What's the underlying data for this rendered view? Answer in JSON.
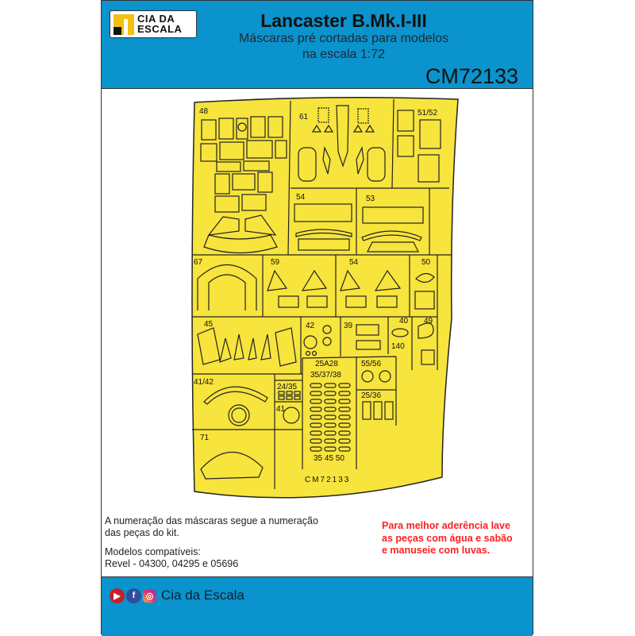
{
  "header": {
    "logo_line1": "CIA DA",
    "logo_line2": "ESCALA",
    "title": "Lancaster B.Mk.I-III",
    "subtitle_line1": "Máscaras pré cortadas para modelos",
    "subtitle_line2": "na escala 1:72",
    "product_code": "CM72133"
  },
  "sheet": {
    "labels": [
      "48",
      "61",
      "51/52",
      "54",
      "53",
      "67",
      "59",
      "54",
      "50",
      "45",
      "42",
      "39",
      "40",
      "49",
      "140",
      "25A28",
      "35/37/38",
      "55/56",
      "25/36",
      "41/42",
      "24/35",
      "41",
      "71",
      "35 45 50"
    ],
    "printed_code": "CM72133",
    "colors": {
      "mask": "#f7e43c",
      "outline": "#222222"
    }
  },
  "notes": {
    "numbering_line1": "A numeração das máscaras segue a numeração",
    "numbering_line2": "das peças do kit.",
    "compat_title": "Modelos compatíveis:",
    "compat_models": "Revel - 04300, 04295 e 05696",
    "warning": "Para melhor aderência lave as peças com água e sabão e manuseie com luvas."
  },
  "footer": {
    "icons": [
      "youtube-icon",
      "facebook-icon",
      "instagram-icon"
    ],
    "brand": "Cia da Escala"
  },
  "colors": {
    "header_blue": "#0a93cc",
    "warning_red": "#ff2020"
  }
}
